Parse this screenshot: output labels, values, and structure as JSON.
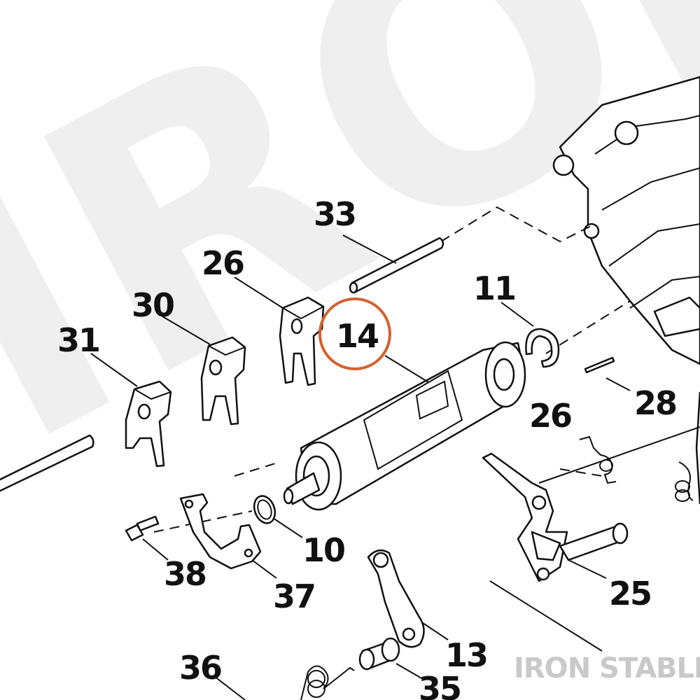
{
  "watermark": {
    "text": "IRON"
  },
  "brand": {
    "text": "IRON STABLE"
  },
  "highlight": {
    "color": "#d4622f",
    "label": "14"
  },
  "callouts": [
    {
      "id": "33",
      "text": "33"
    },
    {
      "id": "26a",
      "text": "26"
    },
    {
      "id": "30",
      "text": "30"
    },
    {
      "id": "31",
      "text": "31"
    },
    {
      "id": "11",
      "text": "11"
    },
    {
      "id": "14",
      "text": "14"
    },
    {
      "id": "28",
      "text": "28"
    },
    {
      "id": "26b",
      "text": "26"
    },
    {
      "id": "10",
      "text": "10"
    },
    {
      "id": "38",
      "text": "38"
    },
    {
      "id": "37",
      "text": "37"
    },
    {
      "id": "25",
      "text": "25"
    },
    {
      "id": "13",
      "text": "13"
    },
    {
      "id": "36",
      "text": "36"
    },
    {
      "id": "35",
      "text": "35"
    }
  ]
}
